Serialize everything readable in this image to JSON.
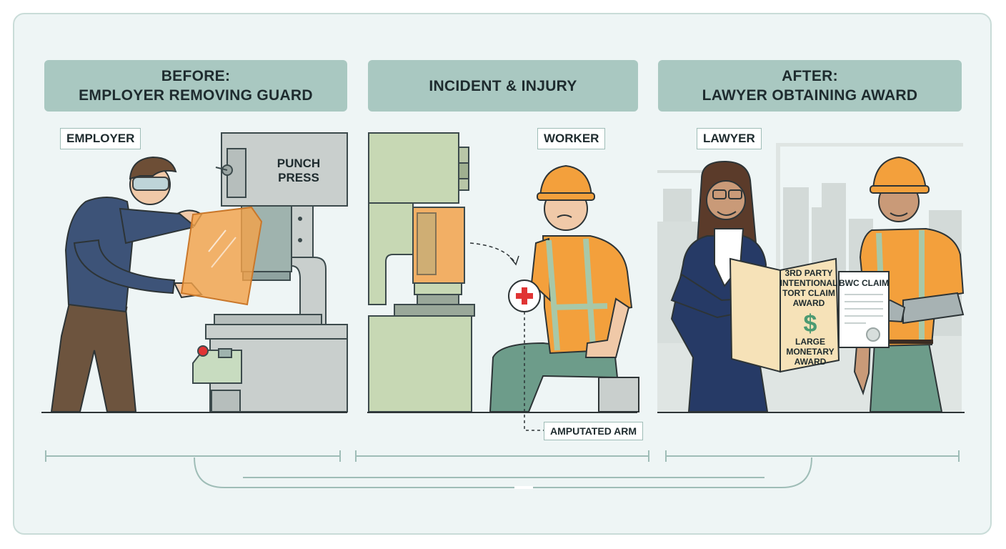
{
  "panels": [
    {
      "header_line1": "BEFORE:",
      "header_line2": "EMPLOYER REMOVING GUARD",
      "label": "EMPLOYER"
    },
    {
      "header_line1": "INCIDENT & INJURY",
      "label": "WORKER"
    },
    {
      "header_line1": "AFTER:",
      "header_line2": "LAWYER OBTAINING AWARD",
      "label": "LAWYER"
    }
  ],
  "machine_label": {
    "line1": "PUNCH",
    "line2": "PRESS"
  },
  "injury_label": "AMPUTATED ARM",
  "award_doc": {
    "line1": "3RD PARTY",
    "line2": "INTENTIONAL",
    "line3": "TORT CLAIM",
    "line4": "AWARD",
    "symbol": "$",
    "line5": "LARGE",
    "line6": "MONETARY",
    "line7": "AWARD"
  },
  "bwc_doc": {
    "title": "BWC CLAIM"
  },
  "colors": {
    "header_bg": "#a9c8c1",
    "frame_bg": "#eef5f5",
    "machine": "#c9cfcd",
    "safety_orange": "#f3a03c",
    "guard_orange": "#f2a24b",
    "cross_red": "#e03434"
  }
}
